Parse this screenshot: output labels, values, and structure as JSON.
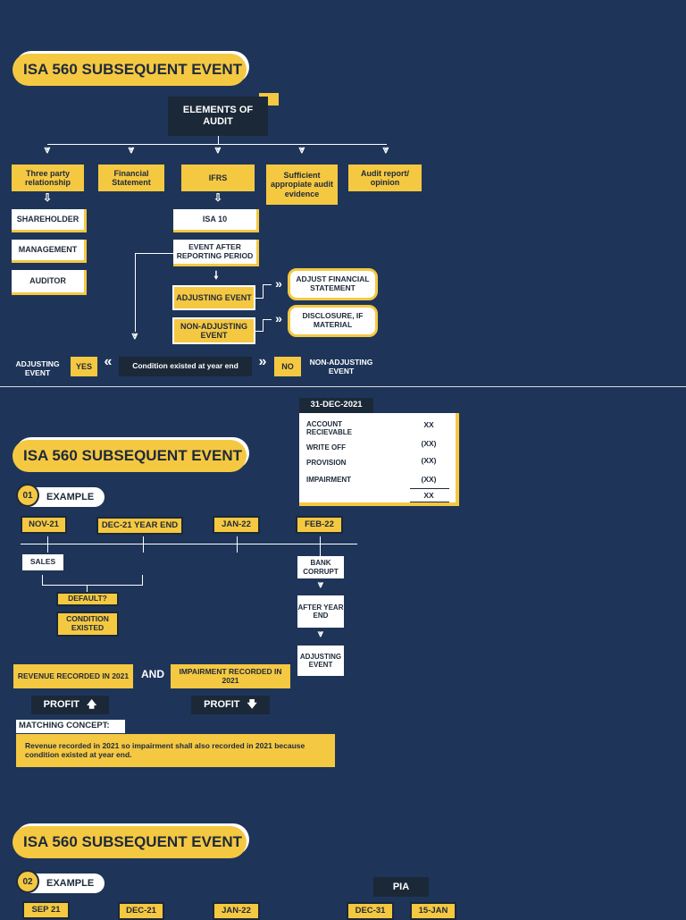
{
  "section1": {
    "title": "ISA 560 SUBSEQUENT EVENT",
    "root": "ELEMENTS OF AUDIT",
    "branches": [
      "Three party relationship",
      "Financial Statement",
      "IFRS",
      "Sufficient appropiate audit evidence",
      "Audit report/ opinion"
    ],
    "parties": [
      "SHAREHOLDER",
      "MANAGEMENT",
      "AUDITOR"
    ],
    "isa10": "ISA 10",
    "event_after": "EVENT AFTER REPORTING PERIOD",
    "adjusting_event": "ADJUSTING EVENT",
    "non_adjusting_event": "NON-ADJUSTING EVENT",
    "adjust_fs": "ADJUST FINANCIAL STATEMENT",
    "disclosure": "DISCLOSURE, IF MATERIAL",
    "bottom_left": "ADJUSTING EVENT",
    "yes": "YES",
    "condition": "Condition existed at year end",
    "no": "NO",
    "bottom_right": "NON-ADJUSTING EVENT"
  },
  "section2": {
    "title": "ISA 560 SUBSEQUENT EVENT",
    "example_num": "01",
    "example_label": "EXAMPLE",
    "journal": {
      "date": "31-DEC-2021",
      "rows": [
        {
          "label": "ACCOUNT RECIEVABLE",
          "amount": "XX"
        },
        {
          "label": "WRITE OFF",
          "amount": "(XX)"
        },
        {
          "label": "PROVISION",
          "amount": "(XX)"
        },
        {
          "label": "IMPAIRMENT",
          "amount": "(XX)"
        }
      ],
      "total": "XX"
    },
    "timeline": [
      "NOV-21",
      "DEC-21 YEAR END",
      "JAN-22",
      "FEB-22"
    ],
    "sales": "SALES",
    "default": "DEFAULT?",
    "condition_existed": "CONDITION EXISTED",
    "bank_corrupt": "BANK CORRUPT",
    "after_year_end": "AFTER YEAR END",
    "adjusting_event": "ADJUSTING EVENT",
    "revenue_recorded": "REVENUE RECORDED IN 2021",
    "and": "AND",
    "impairment_recorded": "IMPAIRMENT RECORDED IN 2021",
    "profit_up": "PROFIT",
    "profit_down": "PROFIT",
    "matching_title": "MATCHING CONCEPT:",
    "matching_text": "Revenue recorded in 2021 so impairment shall also recorded in 2021 because condition existed at year end."
  },
  "section3": {
    "title": "ISA 560 SUBSEQUENT EVENT",
    "example_num": "02",
    "example_label": "EXAMPLE",
    "pia": "PIA",
    "timeline": [
      "SEP 21",
      "DEC-21",
      "JAN-22",
      "DEC-31",
      "15-JAN"
    ]
  }
}
